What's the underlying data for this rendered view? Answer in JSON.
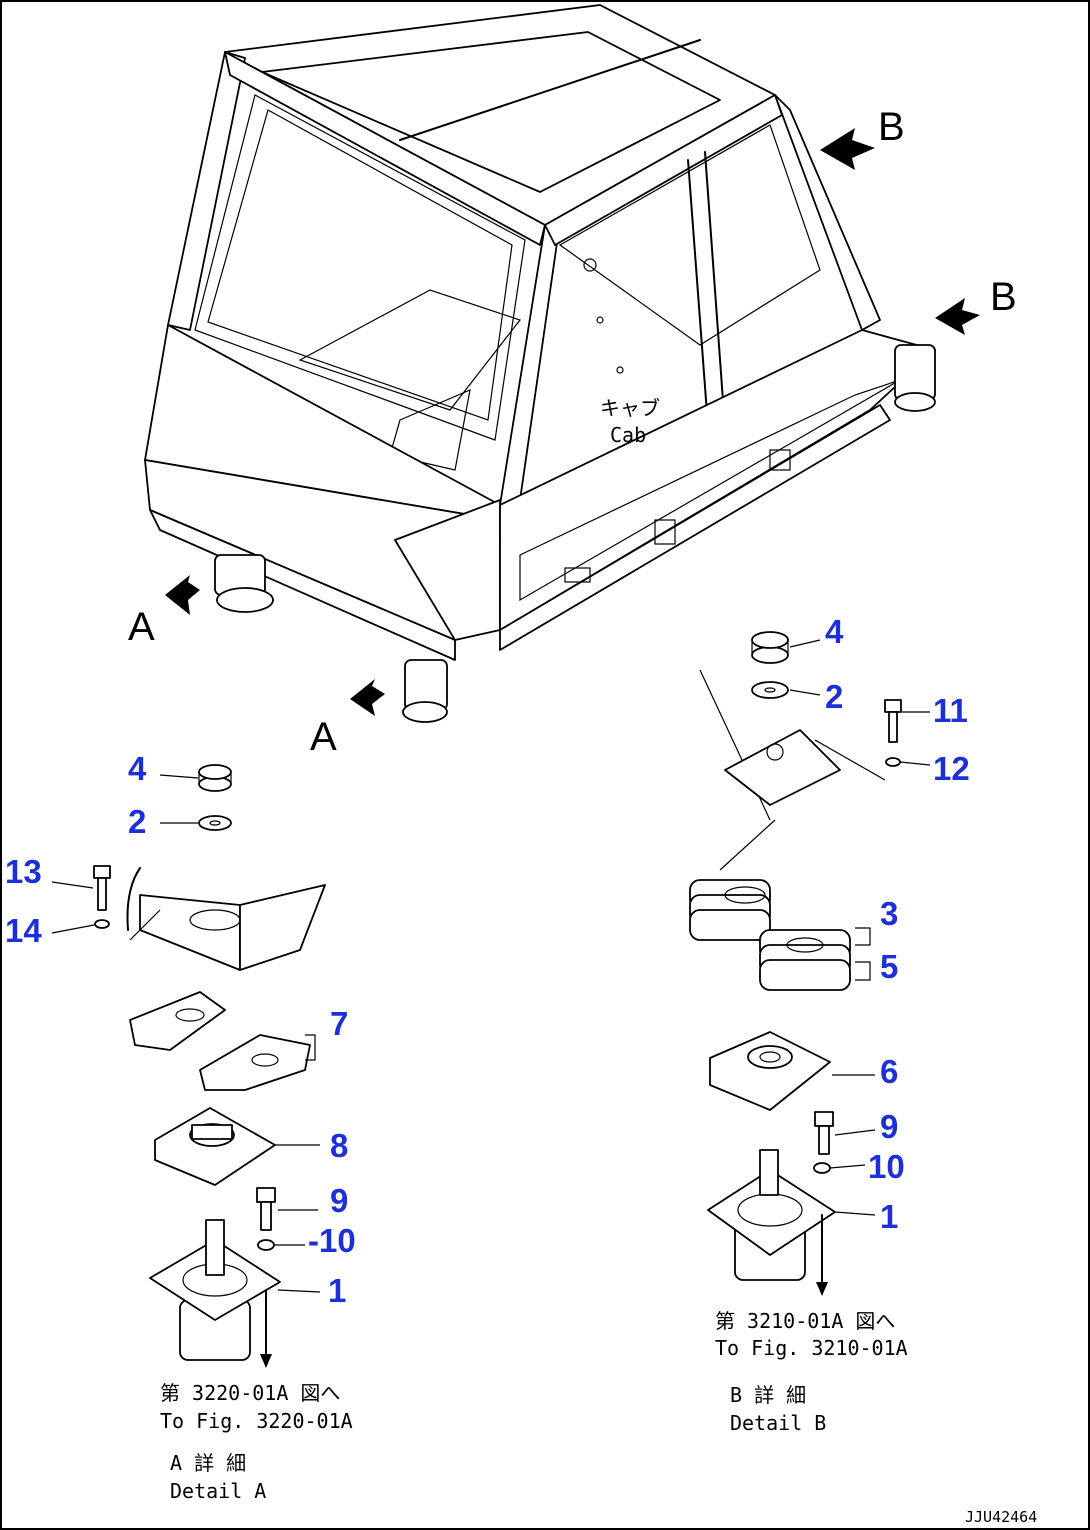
{
  "callouts": {
    "right": {
      "n4": "4",
      "n2": "2",
      "n11": "11",
      "n12": "12",
      "n3": "3",
      "n5": "5",
      "n6": "6",
      "n9": "9",
      "n10": "10",
      "n1": "1"
    },
    "left": {
      "n4": "4",
      "n2": "2",
      "n13": "13",
      "n14": "14",
      "n7": "7",
      "n8": "8",
      "n9": "9",
      "n10": "-10",
      "n1": "1"
    }
  },
  "view_labels": {
    "a_left": "A",
    "a_bottom": "A",
    "b_top": "B",
    "b_right": "B"
  },
  "cab_label": {
    "jp": "キャブ",
    "en": "Cab"
  },
  "detail_a": {
    "ref_jp": "第 3220-01A 図へ",
    "ref_en": "To Fig. 3220-01A",
    "title_jp": "A 詳 細",
    "title_en": "Detail A"
  },
  "detail_b": {
    "ref_jp": "第 3210-01A 図へ",
    "ref_en": "To Fig. 3210-01A",
    "title_jp": "B 詳 細",
    "title_en": "Detail B"
  },
  "drawing_code": "JJU42464",
  "colors": {
    "callout": "#1c2fd8",
    "line": "#000000"
  }
}
